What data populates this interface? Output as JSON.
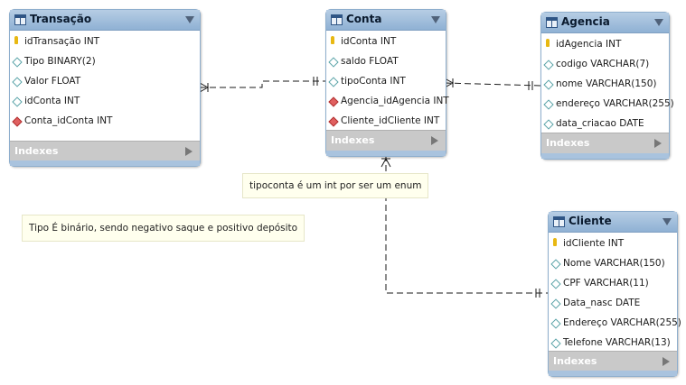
{
  "tables": {
    "transacao": {
      "title": "Transação",
      "columns": [
        {
          "name": "idTransação INT",
          "kind": "pk"
        },
        {
          "name": "Tipo BINARY(2)",
          "kind": "col"
        },
        {
          "name": "Valor FLOAT",
          "kind": "col"
        },
        {
          "name": "idConta INT",
          "kind": "col"
        },
        {
          "name": "Conta_idConta INT",
          "kind": "fk"
        }
      ],
      "indexes_label": "Indexes"
    },
    "conta": {
      "title": "Conta",
      "columns": [
        {
          "name": "idConta INT",
          "kind": "pk"
        },
        {
          "name": "saldo FLOAT",
          "kind": "col"
        },
        {
          "name": "tipoConta INT",
          "kind": "col"
        },
        {
          "name": "Agencia_idAgencia INT",
          "kind": "fk"
        },
        {
          "name": "Cliente_idCliente INT",
          "kind": "fk"
        }
      ],
      "indexes_label": "Indexes"
    },
    "agencia": {
      "title": "Agencia",
      "columns": [
        {
          "name": "idAgencia INT",
          "kind": "pk"
        },
        {
          "name": "codigo VARCHAR(7)",
          "kind": "col"
        },
        {
          "name": "nome VARCHAR(150)",
          "kind": "col"
        },
        {
          "name": "endereço VARCHAR(255)",
          "kind": "col"
        },
        {
          "name": "data_criacao DATE",
          "kind": "col"
        }
      ],
      "indexes_label": "Indexes"
    },
    "cliente": {
      "title": "Cliente",
      "columns": [
        {
          "name": "idCliente INT",
          "kind": "pk"
        },
        {
          "name": "Nome VARCHAR(150)",
          "kind": "col"
        },
        {
          "name": "CPF VARCHAR(11)",
          "kind": "col"
        },
        {
          "name": "Data_nasc DATE",
          "kind": "col"
        },
        {
          "name": "Endereço VARCHAR(255)",
          "kind": "col"
        },
        {
          "name": "Telefone VARCHAR(13)",
          "kind": "col"
        }
      ],
      "indexes_label": "Indexes"
    }
  },
  "notes": {
    "tipoconta": "tipoconta é um int por ser um enum",
    "tipo": "Tipo É binário, sendo negativo saque e positivo depósito"
  },
  "colors": {
    "header": "#9dbcdb",
    "indexes": "#c9c9c9",
    "note_bg": "#ffffee",
    "primary_key": "#e8b812",
    "foreign_key": "#e06060",
    "column": "#5aa3a8"
  },
  "icons": {
    "table": "table-grid-icon",
    "primary_key": "key-icon",
    "column": "diamond-icon",
    "foreign_key": "red-diamond-icon",
    "expand": "triangle-down-icon",
    "indexes": "triangle-right-icon"
  },
  "relationships": [
    {
      "from": "conta",
      "to": "transacao",
      "from_end": "one-and-only-one",
      "to_end": "one-or-many"
    },
    {
      "from": "agencia",
      "to": "conta",
      "from_end": "one-and-only-one",
      "to_end": "one-or-many"
    },
    {
      "from": "cliente",
      "to": "conta",
      "from_end": "one-and-only-one",
      "to_end": "one-or-many"
    }
  ]
}
